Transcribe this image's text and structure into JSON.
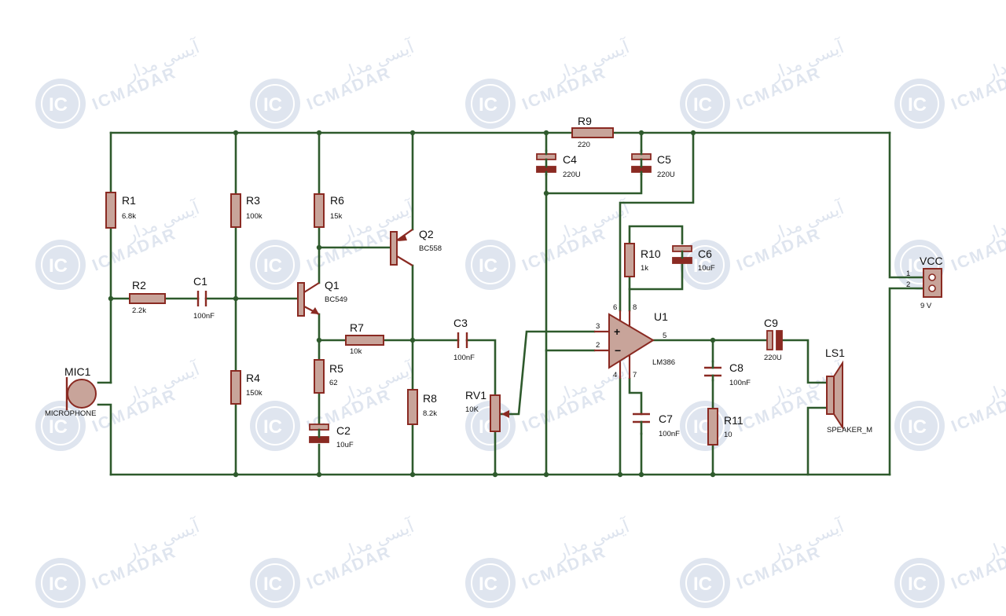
{
  "watermark": {
    "brand": "ICMADAR",
    "brand_fa": "آیسی مدار",
    "logo": "IC"
  },
  "colors": {
    "wire": "#2e5a2c",
    "component_body": "#c8a49a",
    "component_outline": "#8a2a22",
    "watermark": "#dfe5ef"
  },
  "components": {
    "R1": {
      "name": "R1",
      "value": "6.8k"
    },
    "R2": {
      "name": "R2",
      "value": "2.2k"
    },
    "R3": {
      "name": "R3",
      "value": "100k"
    },
    "R4": {
      "name": "R4",
      "value": "150k"
    },
    "R5": {
      "name": "R5",
      "value": "62"
    },
    "R6": {
      "name": "R6",
      "value": "15k"
    },
    "R7": {
      "name": "R7",
      "value": "10k"
    },
    "R8": {
      "name": "R8",
      "value": "8.2k"
    },
    "R9": {
      "name": "R9",
      "value": "220"
    },
    "R10": {
      "name": "R10",
      "value": "1k"
    },
    "R11": {
      "name": "R11",
      "value": "10"
    },
    "C1": {
      "name": "C1",
      "value": "100nF"
    },
    "C2": {
      "name": "C2",
      "value": "10uF"
    },
    "C3": {
      "name": "C3",
      "value": "100nF"
    },
    "C4": {
      "name": "C4",
      "value": "220U"
    },
    "C5": {
      "name": "C5",
      "value": "220U"
    },
    "C6": {
      "name": "C6",
      "value": "10uF"
    },
    "C7": {
      "name": "C7",
      "value": "100nF"
    },
    "C8": {
      "name": "C8",
      "value": "100nF"
    },
    "C9": {
      "name": "C9",
      "value": "220U"
    },
    "Q1": {
      "name": "Q1",
      "value": "BC549"
    },
    "Q2": {
      "name": "Q2",
      "value": "BC558"
    },
    "RV1": {
      "name": "RV1",
      "value": "10K"
    },
    "U1": {
      "name": "U1",
      "value": "LM386",
      "pins": [
        "3",
        "2",
        "5",
        "6",
        "8",
        "4",
        "7"
      ]
    },
    "MIC1": {
      "name": "MIC1",
      "value": "MICROPHONE"
    },
    "LS1": {
      "name": "LS1",
      "value": "SPEAKER_M"
    },
    "VCC": {
      "name": "VCC",
      "value": "9 V",
      "pins": [
        "1",
        "2"
      ]
    }
  }
}
